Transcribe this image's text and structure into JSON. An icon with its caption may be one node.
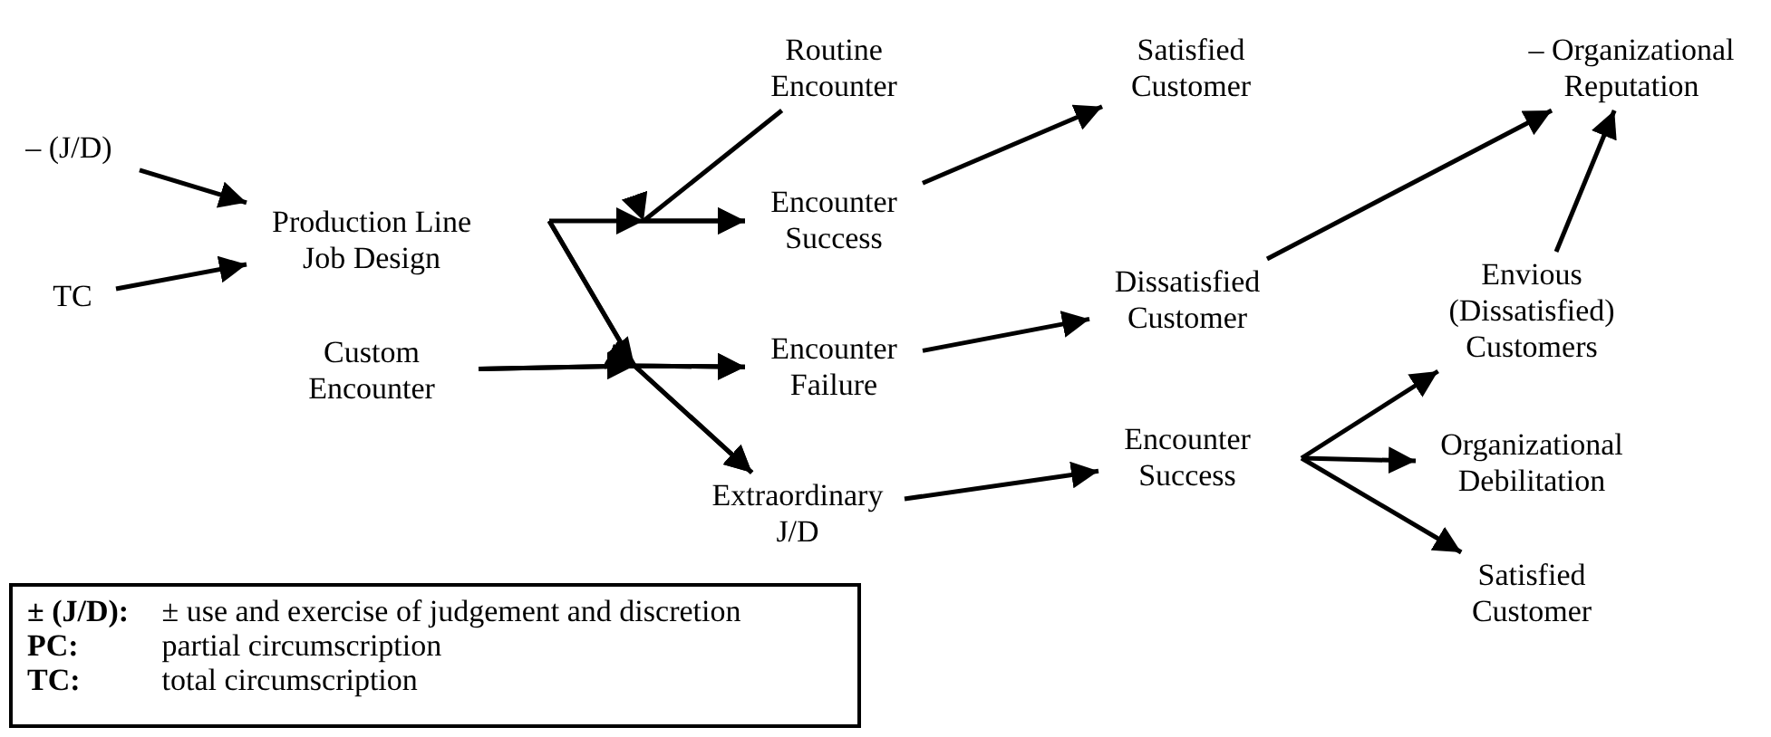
{
  "diagram": {
    "nodes": [
      {
        "text": [
          "– (J/D)"
        ]
      },
      {
        "text": [
          "TC"
        ]
      },
      {
        "text": [
          "Production Line Job Design"
        ]
      },
      {
        "text": [
          "Custom Encounter"
        ]
      },
      {
        "text": [
          "Routine Encounter"
        ]
      },
      {
        "text": [
          "Encounter Success"
        ]
      },
      {
        "text": [
          "Encounter Failure"
        ]
      },
      {
        "text": [
          "Extraordinary J/D"
        ]
      },
      {
        "text": [
          "Satisfied Customer"
        ]
      },
      {
        "text": [
          "Dissatisfied Customer"
        ]
      },
      {
        "text": [
          "Encounter Success"
        ]
      },
      {
        "text": [
          "– Organizational Reputation"
        ]
      },
      {
        "text": [
          "Envious (Dissatisfied) Customers"
        ]
      },
      {
        "text": [
          "Organizational Debilitation"
        ]
      },
      {
        "text": [
          "Satisfied Customer"
        ]
      },
      {
        "text": [
          "**± (J/D):** ± use and exercise of judgement and discretion",
          "**PC:** partial circumscription",
          "**TC:** total circumscription"
        ]
      }
    ],
    "edges": [
      {
        "from": 0,
        "to": 2,
        "arrow": "to"
      },
      {
        "from": 1,
        "to": 2,
        "arrow": "to"
      },
      {
        "from": 2,
        "to": 5,
        "arrow": "to"
      },
      {
        "from": 4,
        "to": 5,
        "arrow": "to"
      },
      {
        "from": 2,
        "to": 6,
        "arrow": "to"
      },
      {
        "from": 2,
        "to": 7,
        "arrow": "to"
      },
      {
        "from": 3,
        "to": 6,
        "arrow": "to"
      },
      {
        "from": 3,
        "to": 7,
        "arrow": "to"
      },
      {
        "from": 5,
        "to": 8,
        "arrow": "to"
      },
      {
        "from": 6,
        "to": 9,
        "arrow": "to"
      },
      {
        "from": 7,
        "to": 10,
        "arrow": "to"
      },
      {
        "from": 9,
        "to": 11,
        "arrow": "to"
      },
      {
        "from": 12,
        "to": 11,
        "arrow": "to"
      },
      {
        "from": 10,
        "to": 12,
        "arrow": "to"
      },
      {
        "from": 10,
        "to": 13,
        "arrow": "to"
      },
      {
        "from": 10,
        "to": 14,
        "arrow": "to"
      }
    ]
  }
}
